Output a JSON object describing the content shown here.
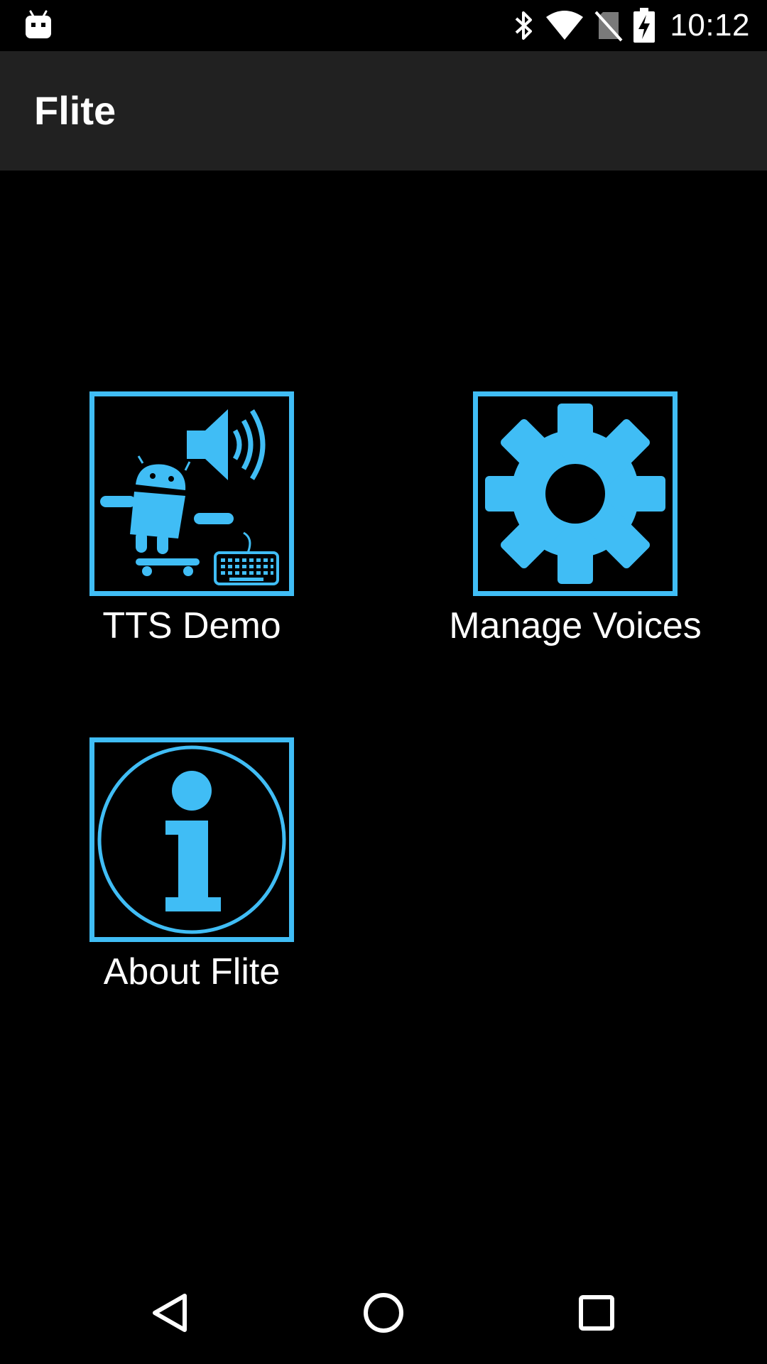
{
  "status_bar": {
    "time": "10:12",
    "left_icon": "android-notification-icon",
    "icons": [
      "bluetooth-icon",
      "wifi-icon",
      "no-sim-icon",
      "battery-charging-icon"
    ]
  },
  "app_bar": {
    "title": "Flite"
  },
  "tiles": [
    {
      "label": "TTS Demo",
      "icon": "tts-demo-icon"
    },
    {
      "label": "Manage Voices",
      "icon": "gear-icon"
    },
    {
      "label": "About Flite",
      "icon": "info-icon"
    }
  ],
  "nav_bar": {
    "buttons": [
      "back-icon",
      "home-icon",
      "recents-icon"
    ]
  },
  "colors": {
    "accent": "#40bdf5",
    "app_bar_bg": "#212121",
    "background": "#000000",
    "text": "#ffffff"
  }
}
